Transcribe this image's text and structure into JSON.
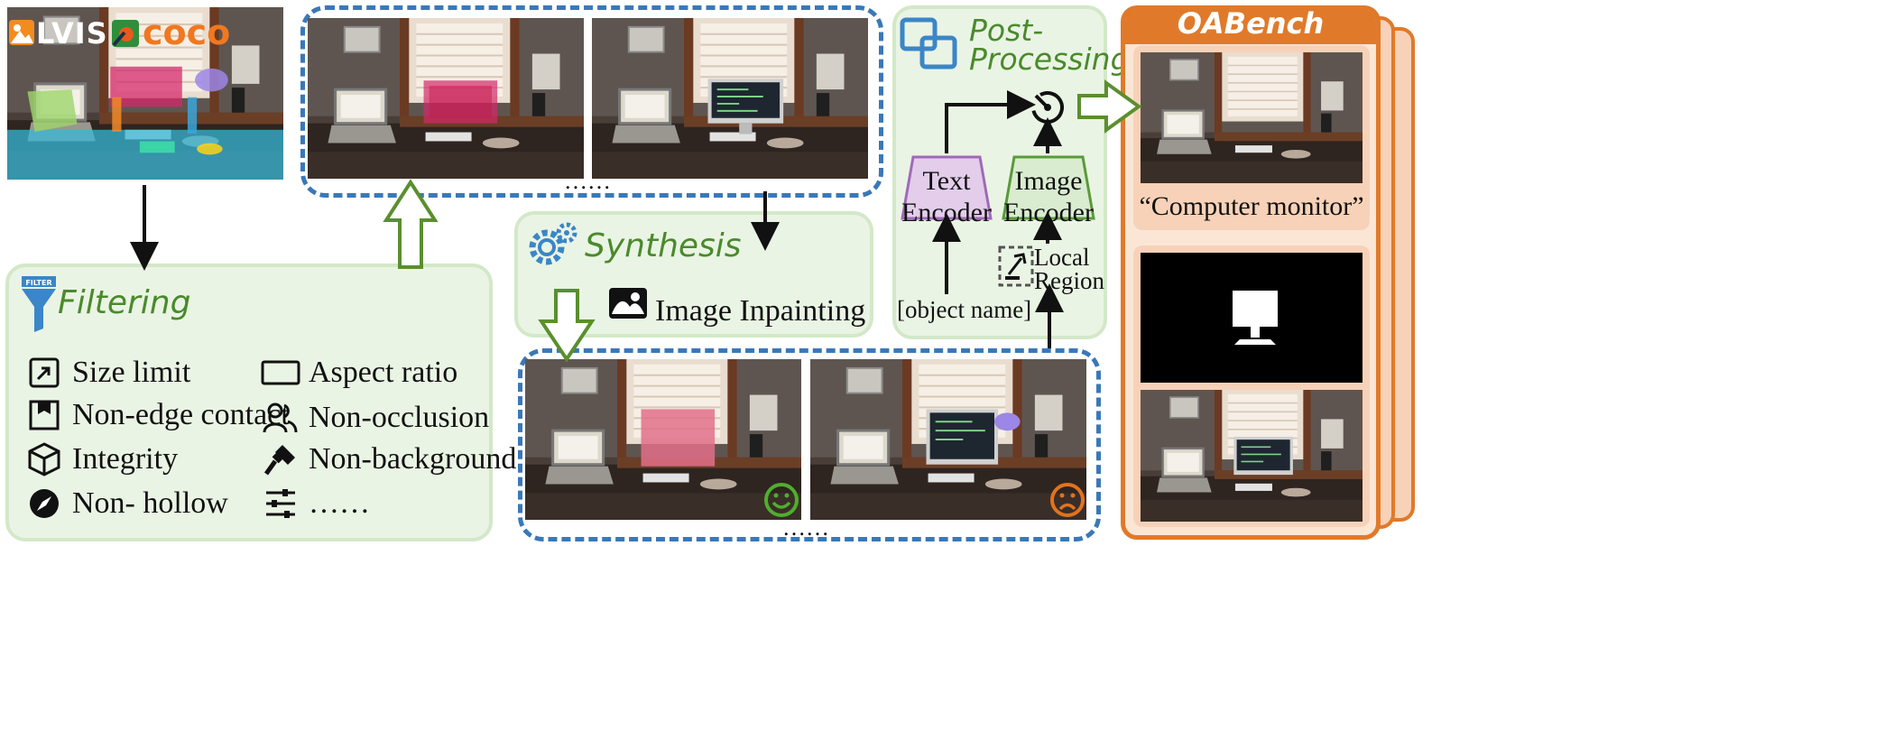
{
  "sources": {
    "lvis_label": "LVIS",
    "coco_label": "coco"
  },
  "filtering": {
    "title": "Filtering",
    "icon_text": "FILTER",
    "items": [
      {
        "label": "Size limit",
        "icon": "size-limit-icon"
      },
      {
        "label": "Aspect ratio",
        "icon": "aspect-ratio-icon"
      },
      {
        "label": "Non-edge contact",
        "icon": "non-edge-contact-icon"
      },
      {
        "label": "Non-occlusion",
        "icon": "non-occlusion-icon"
      },
      {
        "label": "Integrity",
        "icon": "integrity-icon"
      },
      {
        "label": "Non-background",
        "icon": "non-background-icon"
      },
      {
        "label": "Non- hollow",
        "icon": "non-hollow-icon"
      },
      {
        "label": "……",
        "icon": "sliders-icon"
      }
    ]
  },
  "synthesis": {
    "title": "Synthesis",
    "step_label": "Image Inpainting"
  },
  "ellipsis": "……",
  "post_processing": {
    "title_line1": "Post-",
    "title_line2": "Processing",
    "text_encoder_line1": "Text",
    "text_encoder_line2": "Encoder",
    "image_encoder_line1": "Image",
    "image_encoder_line2": "Encoder",
    "local_region_line1": "Local",
    "local_region_line2": "Region",
    "object_name": "[object name]"
  },
  "oabench": {
    "title": "OABench",
    "caption": "“Computer monitor”"
  },
  "colors": {
    "panel_green": "#eaf4e4",
    "dashed_blue": "#3a78b8",
    "arrow_green": "#5a8f2e",
    "oabench_orange": "#e07a2a",
    "oabench_fill": "#f7d2b8",
    "text_encoder": "#e3cdeb",
    "image_encoder": "#d9ecd0"
  }
}
